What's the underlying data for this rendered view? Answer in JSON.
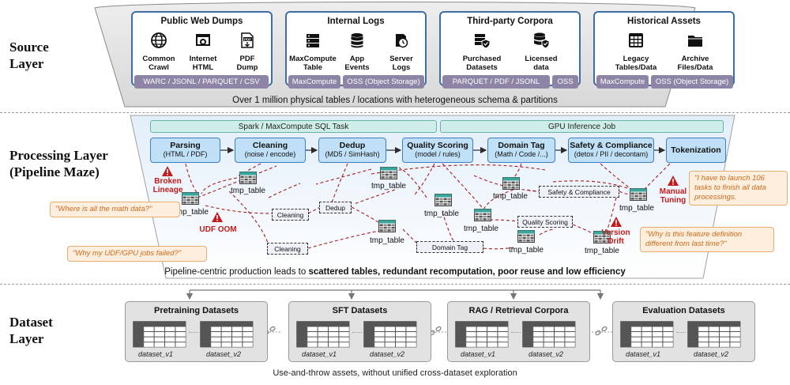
{
  "layers": {
    "source": "Source\nLayer",
    "processing": "Processing Layer\n(Pipeline Maze)",
    "dataset": "Dataset\nLayer"
  },
  "source_layer": {
    "groups": [
      {
        "title": "Public Web Dumps",
        "items": [
          {
            "label": "Common\nCrawl",
            "icon": "globe-icon"
          },
          {
            "label": "Internet\nHTML",
            "icon": "webpage-icon"
          },
          {
            "label": "PDF\nDump",
            "icon": "pdf-icon"
          }
        ],
        "footers": [
          "WARC / JSONL / PARQUET / CSV"
        ]
      },
      {
        "title": "Internal Logs",
        "items": [
          {
            "label": "MaxCompute\nTable",
            "icon": "server-icon"
          },
          {
            "label": "App\nEvents",
            "icon": "database-icon"
          },
          {
            "label": "Server\nLogs",
            "icon": "clock-log-icon"
          }
        ],
        "footers": [
          "MaxCompute",
          "OSS (Object Storage)"
        ]
      },
      {
        "title": "Third-party Corpora",
        "items": [
          {
            "label": "Purchased\nDatasets",
            "icon": "secured-server-icon"
          },
          {
            "label": "Licensed\ndata",
            "icon": "licensed-database-icon"
          }
        ],
        "footers": [
          "PARQUET / PDF / JSONL",
          "OSS"
        ]
      },
      {
        "title": "Historical Assets",
        "items": [
          {
            "label": "Legacy\nTables/Data",
            "icon": "table-grid-icon"
          },
          {
            "label": "Archive\nFiles/Data",
            "icon": "folder-icon"
          }
        ],
        "footers": [
          "MaxCompute",
          "OSS (Object Storage)"
        ]
      }
    ],
    "note": "Over 1 million physical tables / locations with heterogeneous schema & partitions"
  },
  "processing_layer": {
    "task_bars": [
      "Spark / MaxCompute SQL Task",
      "GPU Inference Job"
    ],
    "stages": [
      {
        "name": "Parsing",
        "desc": "(HTML / PDF)"
      },
      {
        "name": "Cleaning",
        "desc": "(noise / encode)"
      },
      {
        "name": "Dedup",
        "desc": "(MD5 / SimHash)"
      },
      {
        "name": "Quality Scoring",
        "desc": "(model / rules)"
      },
      {
        "name": "Domain Tag",
        "desc": "(Math / Code /...)"
      },
      {
        "name": "Safety & Compliance",
        "desc": "(detox / PII / decontam)"
      },
      {
        "name": "Tokenization",
        "desc": ""
      }
    ],
    "tmp_table_label": "tmp_table",
    "maze_boxes": [
      "Cleaning",
      "Dedup",
      "Cleaning",
      "Domain Tag",
      "Safety & Compliance",
      "Quality Scoring"
    ],
    "warnings": [
      "Broken\nLineage",
      "UDF OOM",
      "Manual\nTuning",
      "Version\nDrift"
    ],
    "quotes": [
      "\"Where is all the math data?\"",
      "\"Why my UDF/GPU jobs failed?\"",
      "\"I have to launch 106 tasks to finish all data processings.",
      "\"Why is this feature definition different from last time?\""
    ],
    "note_prefix": "Pipeline-centric production leads to ",
    "note_bold": "scattered tables, redundant recomputation, poor reuse and low efficiency"
  },
  "dataset_layer": {
    "groups": [
      {
        "title": "Pretraining Datasets",
        "versions": [
          "dataset_v1",
          "dataset_v2"
        ]
      },
      {
        "title": "SFT Datasets",
        "versions": [
          "dataset_v1",
          "dataset_v2"
        ]
      },
      {
        "title": "RAG / Retrieval Corpora",
        "versions": [
          "dataset_v1",
          "dataset_v2"
        ]
      },
      {
        "title": "Evaluation Datasets",
        "versions": [
          "dataset_v1",
          "dataset_v2"
        ]
      }
    ],
    "note": "Use-and-throw assets, without unified cross-dataset exploration"
  },
  "colors": {
    "source_border": "#3d6ea5",
    "footer_fill": "#8e85a6",
    "stage_fill": "#bfe0f6",
    "task_bar_fill": "#cfeee9",
    "warning": "#c31b1b",
    "quote_fill": "#fdeedd",
    "quote_text": "#c96b1c",
    "maze_arrow": "#a52020"
  }
}
